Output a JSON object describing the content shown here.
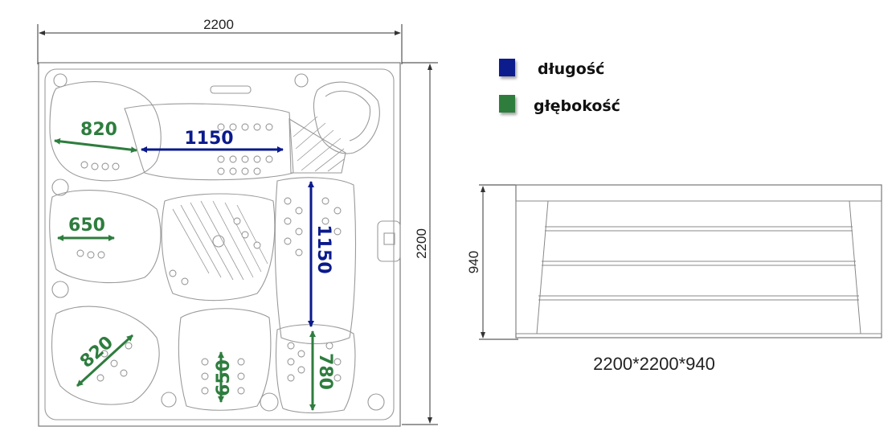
{
  "legend": {
    "length": {
      "label": "długość",
      "color": "#0a1a8c"
    },
    "depth": {
      "label": "głębokość",
      "color": "#2e7d3e"
    }
  },
  "top_view": {
    "width_label": "2200",
    "height_label": "2200",
    "seat_dims": [
      {
        "id": "seat-top-left",
        "value": "820",
        "kind": "depth"
      },
      {
        "id": "seat-top-mid",
        "value": "1150",
        "kind": "length"
      },
      {
        "id": "seat-left",
        "value": "650",
        "kind": "depth"
      },
      {
        "id": "lounger-right",
        "value": "1150",
        "kind": "length"
      },
      {
        "id": "seat-bottom-left",
        "value": "820",
        "kind": "depth"
      },
      {
        "id": "seat-bottom-mid",
        "value": "650",
        "kind": "depth"
      },
      {
        "id": "seat-bottom-right",
        "value": "780",
        "kind": "depth"
      }
    ]
  },
  "side_view": {
    "height_label": "940",
    "caption": "2200*2200*940"
  }
}
